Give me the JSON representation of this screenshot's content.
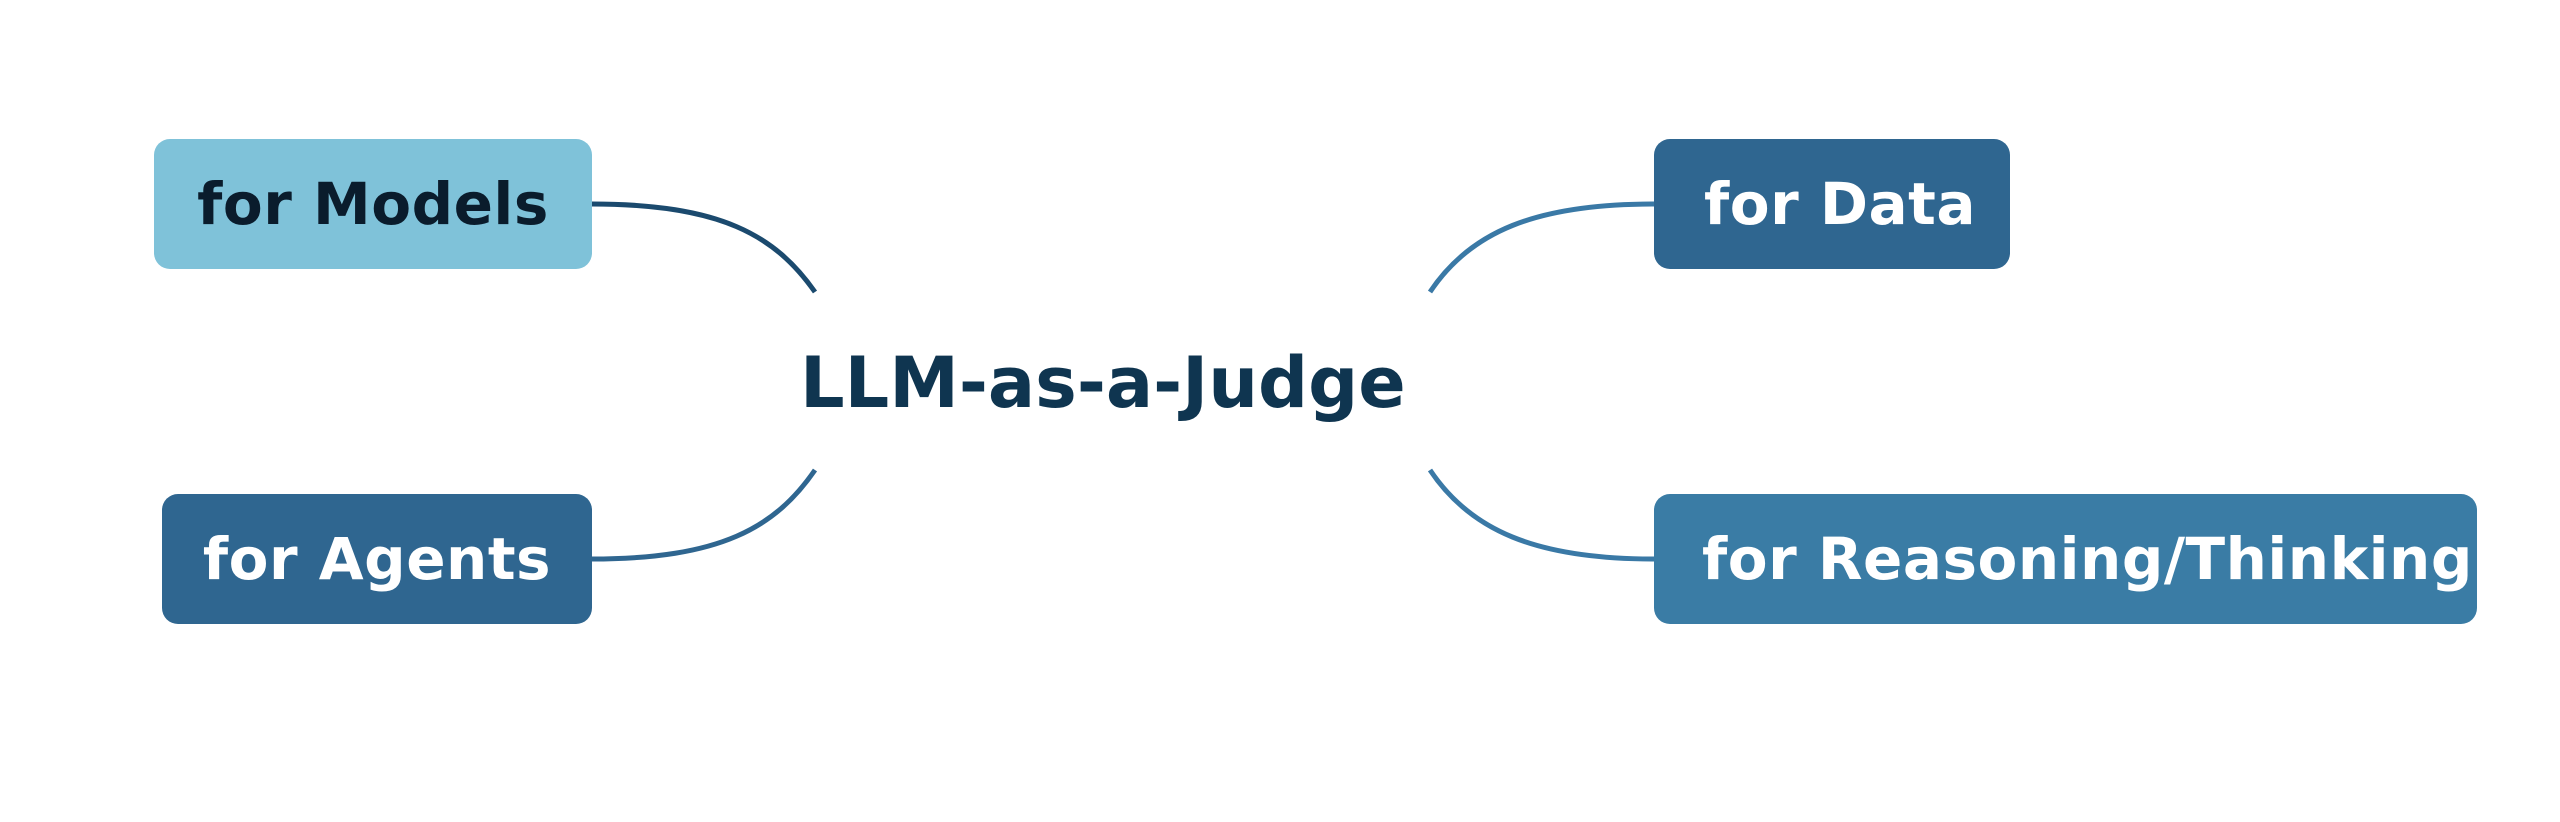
{
  "center": {
    "label": "LLM-as-a-Judge",
    "color": "#0f3550"
  },
  "branches": [
    {
      "label": "for Models",
      "fill": "#7fc2d9",
      "text_color": "#0a1c2c",
      "line_color": "#1b4a6e"
    },
    {
      "label": "for Agents",
      "fill": "#2f6690",
      "text_color": "#ffffff",
      "line_color": "#2f6690"
    },
    {
      "label": "for Data",
      "fill": "#2f6690",
      "text_color": "#ffffff",
      "line_color": "#3a79a6"
    },
    {
      "label": "for Reasoning/Thinking",
      "fill": "#3a7ca5",
      "text_color": "#ffffff",
      "line_color": "#3a79a6"
    }
  ]
}
